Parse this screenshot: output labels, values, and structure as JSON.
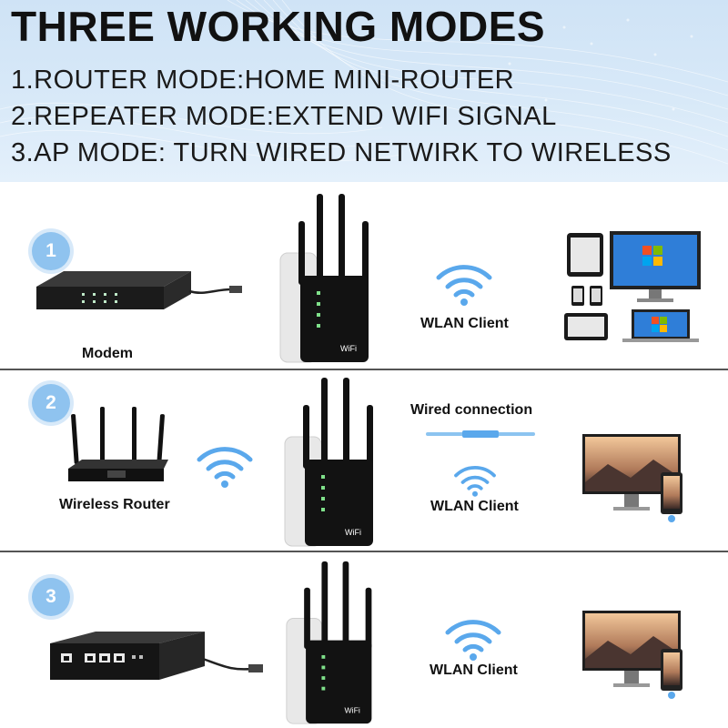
{
  "header": {
    "title": "THREE WORKING MODES",
    "lines": [
      "1.ROUTER MODE:HOME MINI-ROUTER",
      "2.REPEATER MODE:EXTEND WIFI SIGNAL",
      "3.AP MODE: TURN WIRED NETWIRK TO WIRELESS"
    ]
  },
  "rows": [
    {
      "number": "1",
      "source_label": "Modem",
      "client_label": "WLAN Client",
      "device_icon": "wifi-extender-icon",
      "source_icon": "modem-icon",
      "target_icon": "devices-icon"
    },
    {
      "number": "2",
      "source_label": "Wireless Router",
      "wired_label": "Wired connection",
      "client_label": "WLAN Client",
      "device_icon": "wifi-extender-icon",
      "source_icon": "wireless-router-icon",
      "target_icon": "desktop-phone-icon"
    },
    {
      "number": "3",
      "client_label": "WLAN Client",
      "device_icon": "wifi-extender-icon",
      "source_icon": "network-switch-icon",
      "target_icon": "desktop-phone-icon"
    }
  ],
  "device": {
    "badge_text": "WiFi"
  },
  "colors": {
    "header_bg": "#cfe3f6",
    "badge": "#8fc3ef",
    "wifi_signal": "#5aa8ec",
    "device_body": "#111111"
  }
}
